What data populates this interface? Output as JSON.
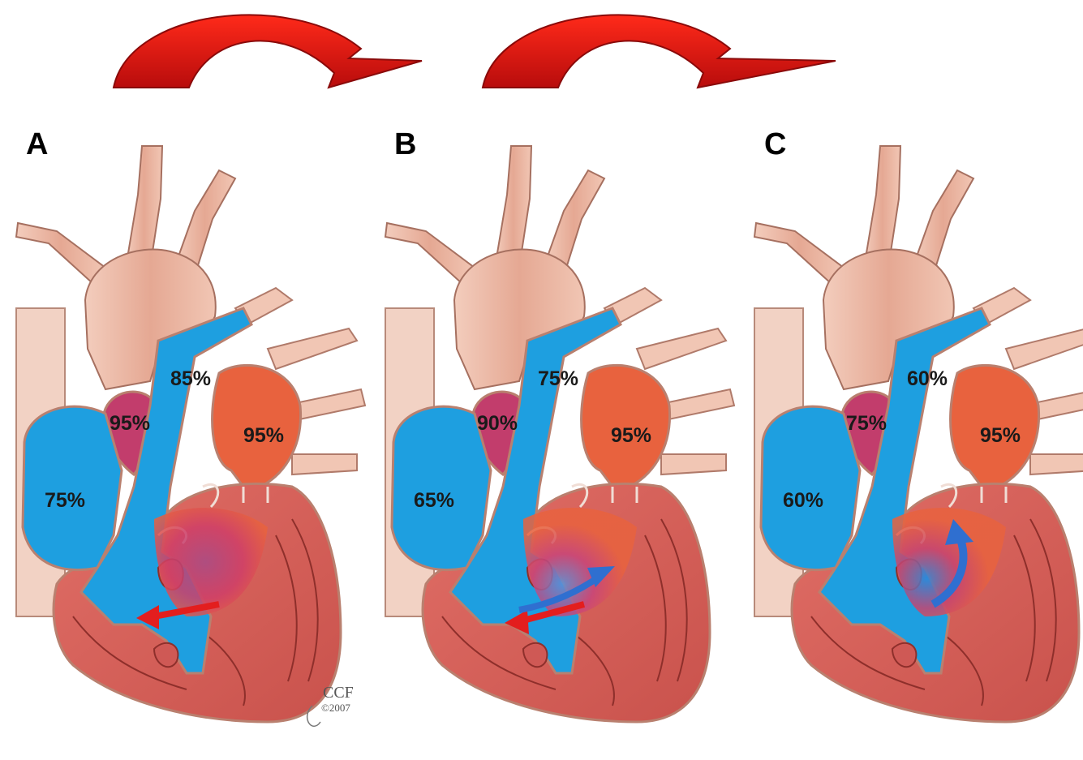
{
  "panels": [
    {
      "letter": "A",
      "pulmonary_artery": "85%",
      "aorta": "95%",
      "left_atrium": "95%",
      "right_atrium": "75%"
    },
    {
      "letter": "B",
      "pulmonary_artery": "75%",
      "aorta": "90%",
      "left_atrium": "95%",
      "right_atrium": "65%"
    },
    {
      "letter": "C",
      "pulmonary_artery": "60%",
      "aorta": "75%",
      "left_atrium": "95%",
      "right_atrium": "60%"
    }
  ],
  "credit": {
    "org": "CCF",
    "year": "©2007"
  },
  "colors": {
    "deoxygenated": "#1e9fe0",
    "oxygenated": "#e8623e",
    "mixed": "#c4456d",
    "myocardium": "#d9625a",
    "vessel": "#e9b7a2",
    "arrow": "#e31e1e",
    "arrow_shadow": "#b30f0f",
    "shunt_arrow_blue": "#2f6fd0"
  }
}
